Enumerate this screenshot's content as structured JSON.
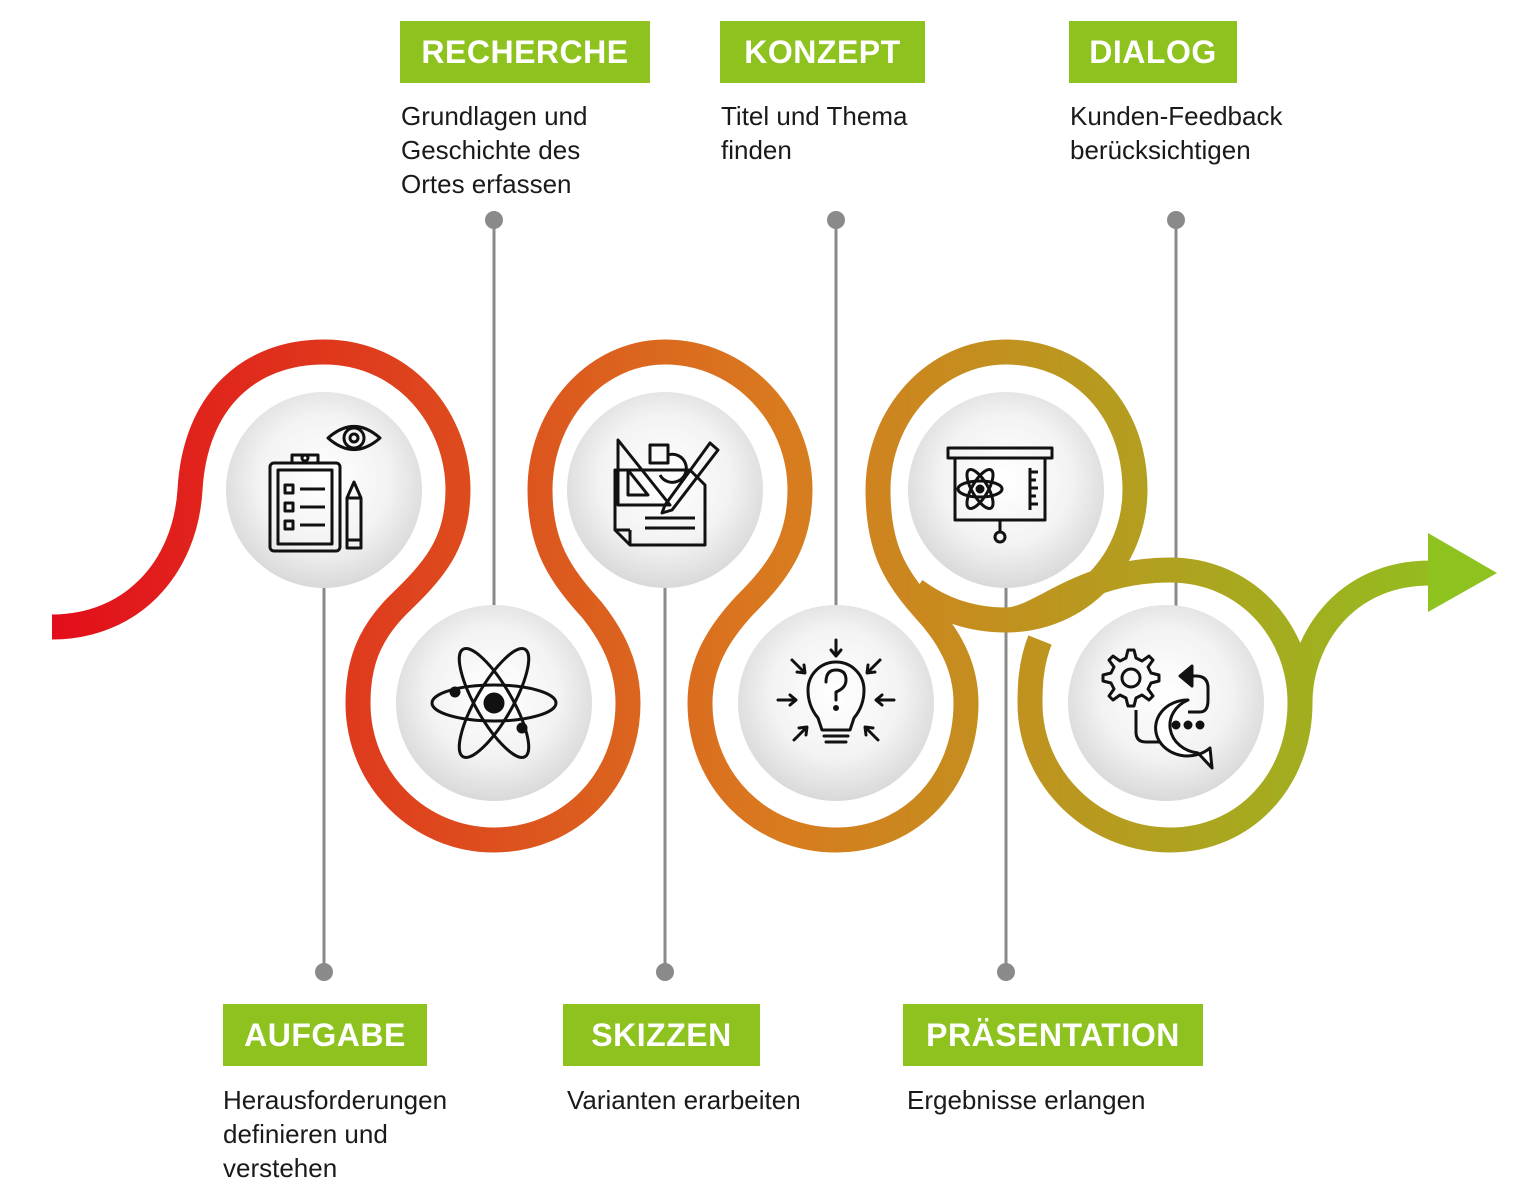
{
  "steps": [
    {
      "title": "AUFGABE",
      "description": "Herausforderungen\ndefinieren und\nverstehen",
      "icon": "clipboard-checklist-eye-pencil-icon"
    },
    {
      "title": "RECHERCHE",
      "description": "Grundlagen und\nGeschichte des\nOrtes erfassen",
      "icon": "atom-icon"
    },
    {
      "title": "SKIZZEN",
      "description": "Varianten erarbeiten",
      "icon": "drafting-sketch-icon"
    },
    {
      "title": "KONZEPT",
      "description": "Titel und Thema\nfinden",
      "icon": "idea-lightbulb-icon"
    },
    {
      "title": "PRÄSENTATION",
      "description": "Ergebnisse erlangen",
      "icon": "presentation-board-icon"
    },
    {
      "title": "DIALOG",
      "description": "Kunden-Feedback\nberücksichtigen",
      "icon": "feedback-gear-chat-icon"
    }
  ],
  "colors": {
    "label_background": "#8dc21f",
    "label_text": "#ffffff",
    "path_start": "#e30d1b",
    "path_middle": "#d97a1f",
    "path_end": "#8dc21f",
    "connector": "#8a8a8a",
    "icon_stroke": "#111111"
  }
}
